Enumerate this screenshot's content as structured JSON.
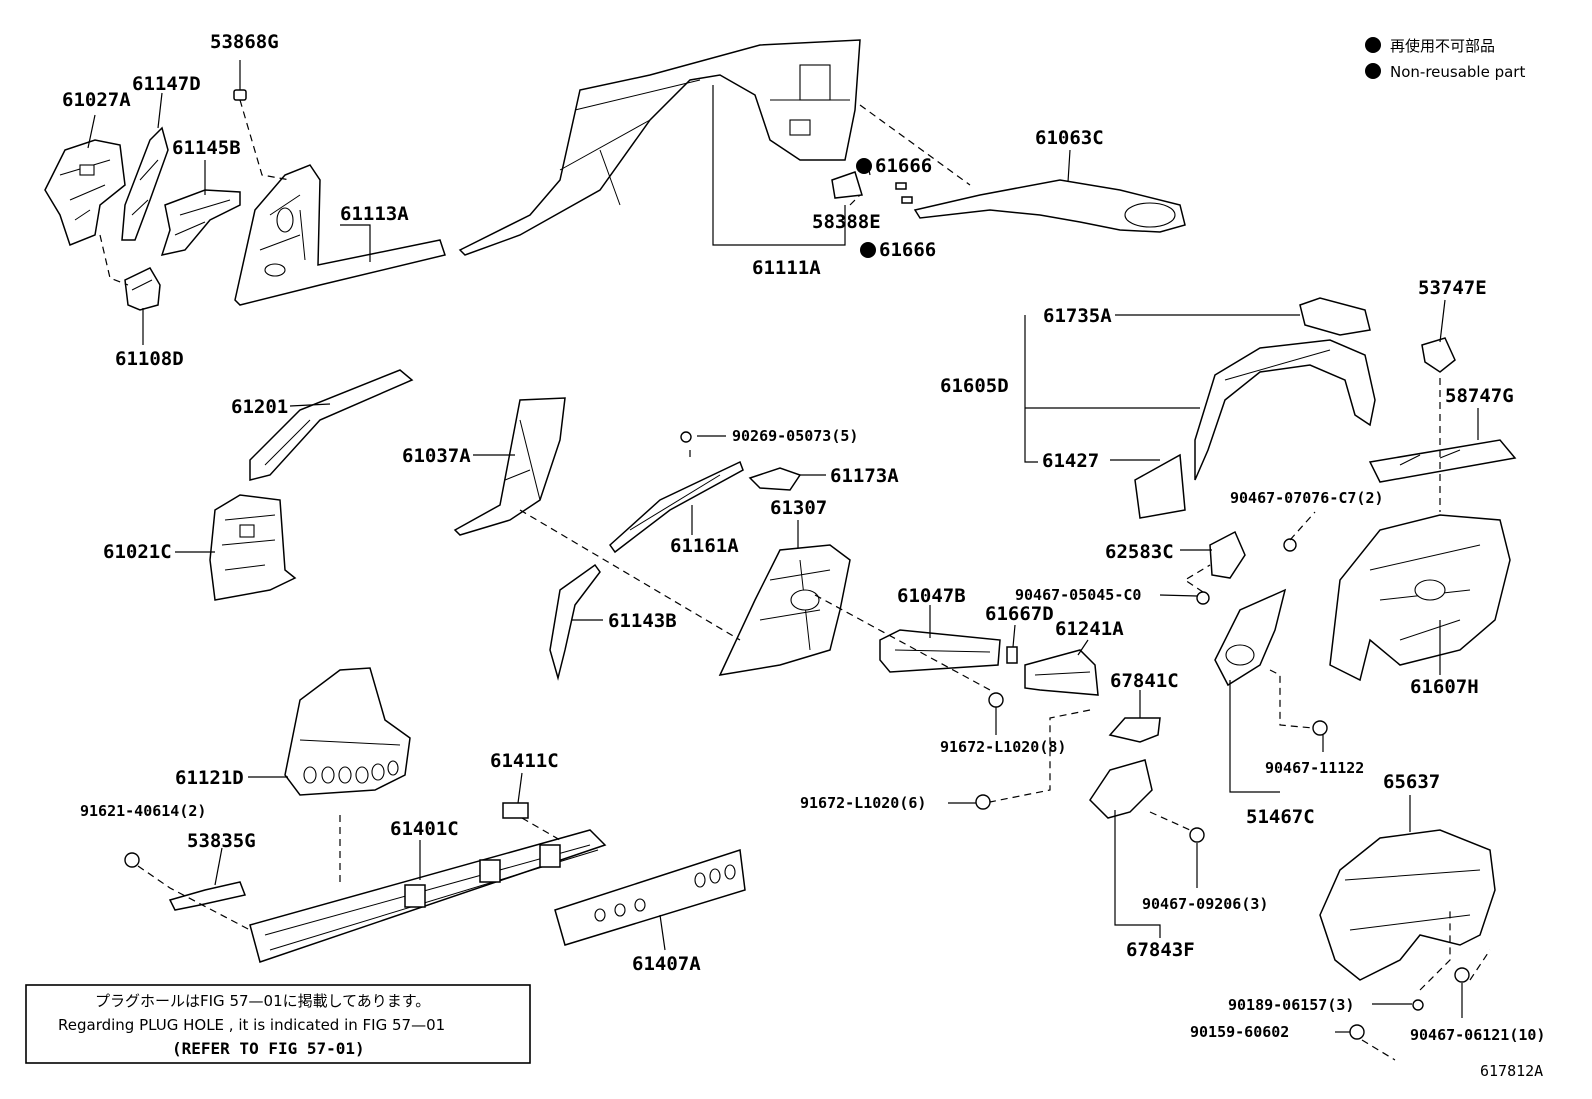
{
  "legend": {
    "japanese": "再使用不可部品",
    "english": "Non-reusable part"
  },
  "labels": {
    "p53868G": "53868G",
    "p61027A": "61027A",
    "p61147D": "61147D",
    "p61145B": "61145B",
    "p61113A": "61113A",
    "p61108D": "61108D",
    "p61111A": "61111A",
    "p61666a": "61666",
    "p61666b": "61666",
    "p58388E": "58388E",
    "p61063C": "61063C",
    "p61201": "61201",
    "p61021C": "61021C",
    "p61037A": "61037A",
    "p90269": "90269-05073(5)",
    "p61173A": "61173A",
    "p61307": "61307",
    "p61161A": "61161A",
    "p61143B": "61143B",
    "p61735A": "61735A",
    "p61605D": "61605D",
    "p61427": "61427",
    "p53747E": "53747E",
    "p58747G": "58747G",
    "p90467_07076": "90467-07076-C7(2)",
    "p62583C": "62583C",
    "p90467_05045": "90467-05045-C0",
    "p61607H": "61607H",
    "p61047B": "61047B",
    "p61667D": "61667D",
    "p61241A": "61241A",
    "p67841C": "67841C",
    "p91672_8": "91672-L1020(8)",
    "p91672_6": "91672-L1020(6)",
    "p90467_11122": "90467-11122",
    "p51467C": "51467C",
    "p65637": "65637",
    "p61121D": "61121D",
    "p91621": "91621-40614(2)",
    "p53835G": "53835G",
    "p61411C": "61411C",
    "p61401C": "61401C",
    "p61407A": "61407A",
    "p90467_09206": "90467-09206(3)",
    "p67843F": "67843F",
    "p90189": "90189-06157(3)",
    "p90159": "90159-60602",
    "p90467_06121": "90467-06121(10)"
  },
  "note": {
    "line1": "プラグホールはFIG 57—01に掲載してあります。",
    "line2": "Regarding  PLUG  HOLE , it is indicated in FIG  57—01",
    "line3": "(REFER TO FIG 57-01)"
  },
  "figure_id": "617812A"
}
